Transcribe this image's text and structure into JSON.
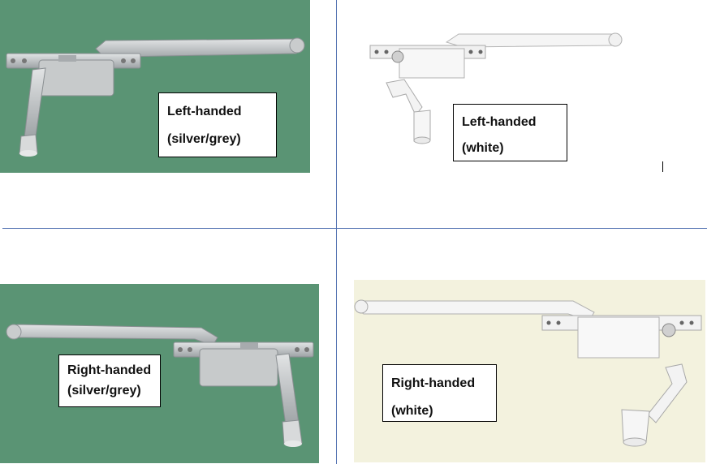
{
  "panels": [
    {
      "id": "left-silver",
      "line1": "Left-handed",
      "line2": "(silver/grey)",
      "background": "#5a9474"
    },
    {
      "id": "left-white",
      "line1": "Left-handed",
      "line2": "(white)",
      "background": "#ffffff"
    },
    {
      "id": "right-silver",
      "line1": "Right-handed",
      "line2": "(silver/grey)",
      "background": "#5a9474"
    },
    {
      "id": "right-white",
      "line1": "Right-handed",
      "line2": "(white)",
      "background": "#f3f2de"
    }
  ],
  "colors": {
    "divider": "#4f6fb0",
    "silver": "#c3c6c8",
    "white_part": "#f4f4f4"
  }
}
